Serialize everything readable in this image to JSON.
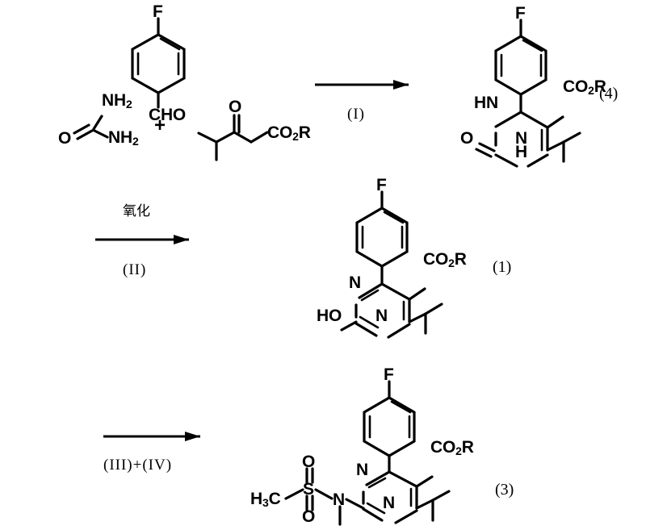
{
  "document": {
    "type": "chemical-reaction-scheme",
    "background_color": "#ffffff",
    "ink_color": "#000000"
  },
  "reactants": {
    "aldehyde": {
      "name": "4-fluorobenzaldehyde",
      "labels": {
        "fluorine": "F",
        "aldehyde": "CHO"
      }
    },
    "urea": {
      "name": "urea",
      "labels": {
        "oxygen": "O",
        "amine_top": "NH",
        "amine_top_sub": "2",
        "amine_bottom": "NH",
        "amine_bottom_sub": "2"
      }
    },
    "plus_sign": "+",
    "ketoester": {
      "name": "alkyl 4-methyl-3-oxopentanoate",
      "labels": {
        "ketone_oxygen": "O",
        "ester": "CO",
        "ester_sub": "2",
        "ester_r": "R"
      }
    }
  },
  "steps": [
    {
      "id": "step-1",
      "reagent_label": "(I)",
      "above_label": ""
    },
    {
      "id": "step-2",
      "reagent_label": "(II)",
      "above_label": "氧化"
    },
    {
      "id": "step-3",
      "reagent_label": "(III)+(IV)",
      "above_label": ""
    }
  ],
  "products": [
    {
      "id": "product-4",
      "number": "(4)",
      "name": "4-(4-fluorophenyl)-6-isopropyl-2-oxo-1,2,3,4-tetrahydropyrimidine-5-carboxylate",
      "labels": {
        "fluorine": "F",
        "ester": "CO",
        "ester_sub": "2",
        "ester_r": "R",
        "nh_upper": "HN",
        "carbonyl_oxygen": "O",
        "nh_lower_n": "N",
        "nh_lower_h": "H"
      }
    },
    {
      "id": "product-1",
      "number": "(1)",
      "name": "4-(4-fluorophenyl)-2-hydroxy-6-isopropylpyrimidine-5-carboxylate",
      "labels": {
        "fluorine": "F",
        "ester": "CO",
        "ester_sub": "2",
        "ester_r": "R",
        "ring_n_upper": "N",
        "hydroxyl": "HO",
        "ring_n_lower": "N"
      }
    },
    {
      "id": "product-3",
      "number": "(3)",
      "name": "4-(4-fluorophenyl)-6-isopropyl-2-[N-methyl(methylsulfonyl)amino]pyrimidine-5-carboxylate",
      "labels": {
        "fluorine": "F",
        "ester": "CO",
        "ester_sub": "2",
        "ester_r": "R",
        "ring_n_upper": "N",
        "ring_n_lower": "N",
        "methyl": "H",
        "methyl_sub": "3",
        "methyl_c": "C",
        "sulfur": "S",
        "sulfonyl_oxygen_top": "O",
        "sulfonyl_oxygen_bottom": "O",
        "amide_n": "N"
      }
    }
  ]
}
